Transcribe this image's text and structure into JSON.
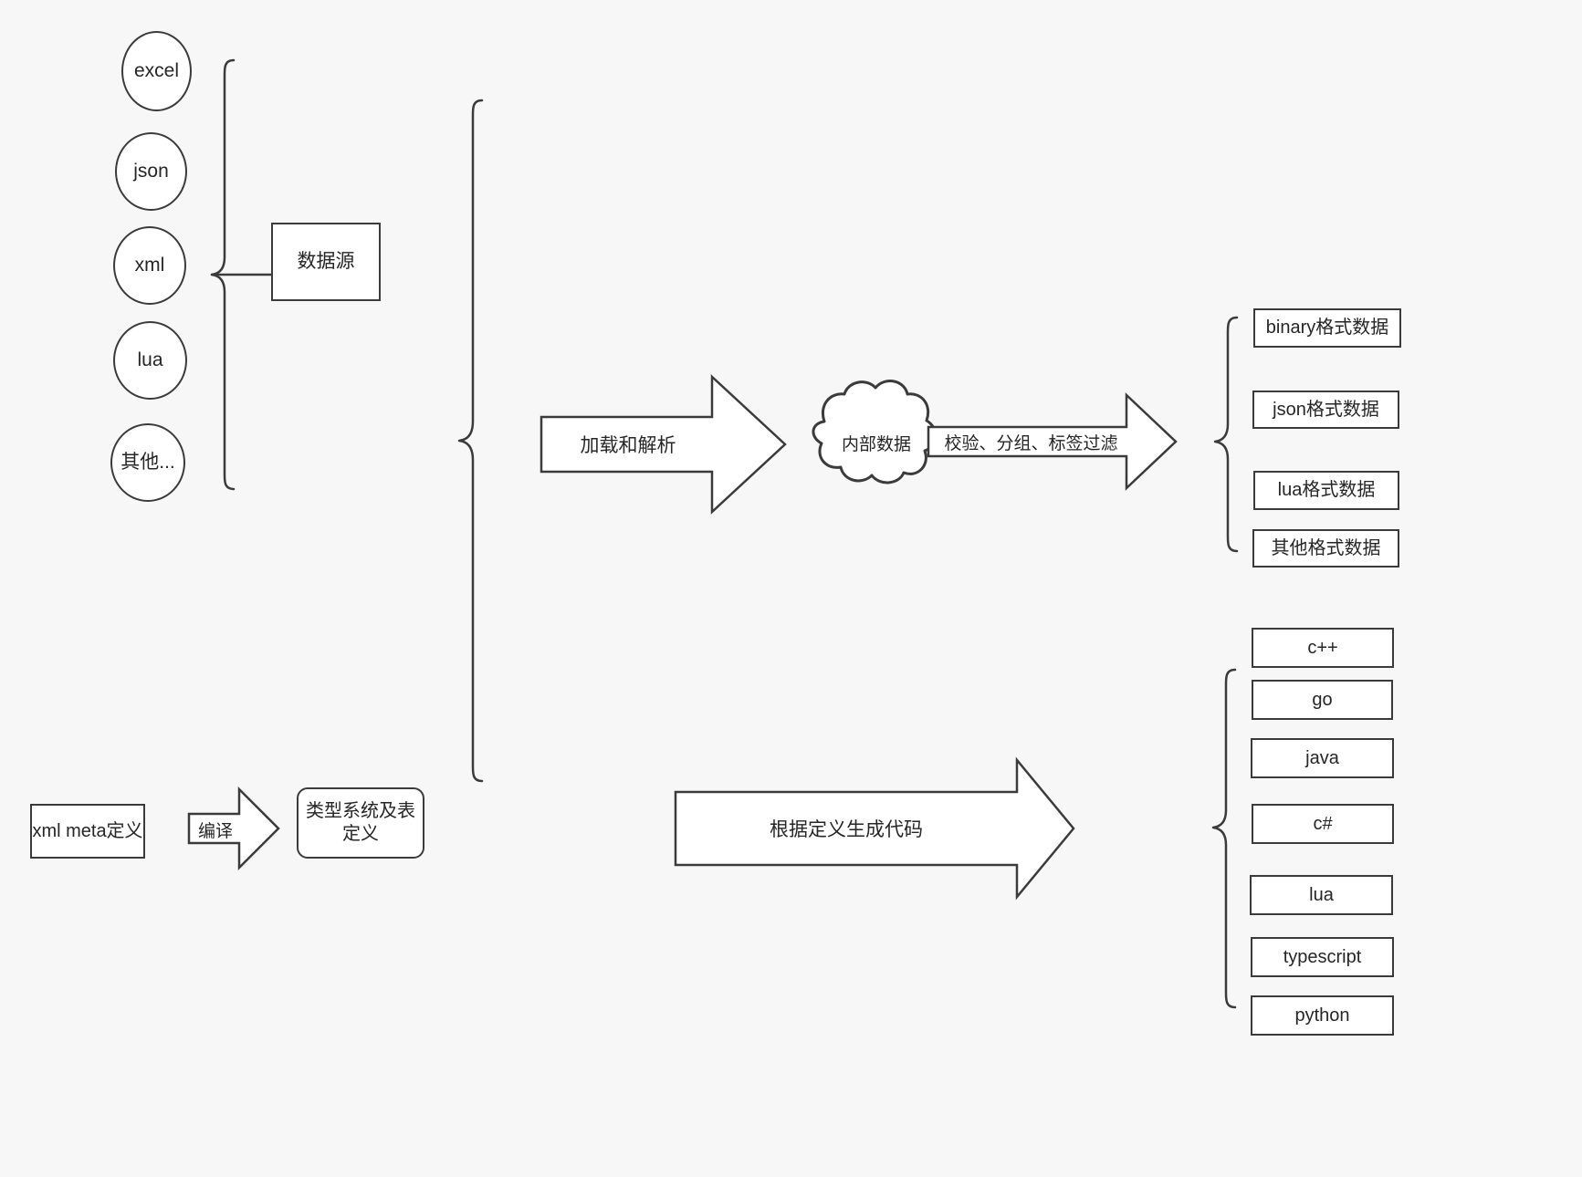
{
  "diagram": {
    "title": "data pipeline diagram",
    "background_color": "#f7f7f7",
    "stroke_color": "#3b3b3b",
    "fill_color": "#ffffff"
  },
  "sources": {
    "brace_label": "data-source-brace",
    "items": [
      {
        "label": "excel"
      },
      {
        "label": "json"
      },
      {
        "label": "xml"
      },
      {
        "label": "lua"
      },
      {
        "label": "其他..."
      }
    ],
    "group_box": "数据源"
  },
  "pipeline": {
    "load_arrow": "加载和解析",
    "cloud": "内部数据",
    "filter_arrow": "校验、分组、标签过滤"
  },
  "data_outputs": {
    "items": [
      {
        "label": "binary格式数据"
      },
      {
        "label": "json格式数据"
      },
      {
        "label": "lua格式数据"
      },
      {
        "label": "其他格式数据"
      }
    ]
  },
  "meta": {
    "source_box": "xml meta定义",
    "compile_arrow": "编译",
    "type_system_box": "类型系统及表定义"
  },
  "codegen": {
    "arrow": "根据定义生成代码",
    "languages": [
      {
        "label": "c++"
      },
      {
        "label": "go"
      },
      {
        "label": "java"
      },
      {
        "label": "c#"
      },
      {
        "label": "lua"
      },
      {
        "label": "typescript"
      },
      {
        "label": "python"
      }
    ]
  }
}
